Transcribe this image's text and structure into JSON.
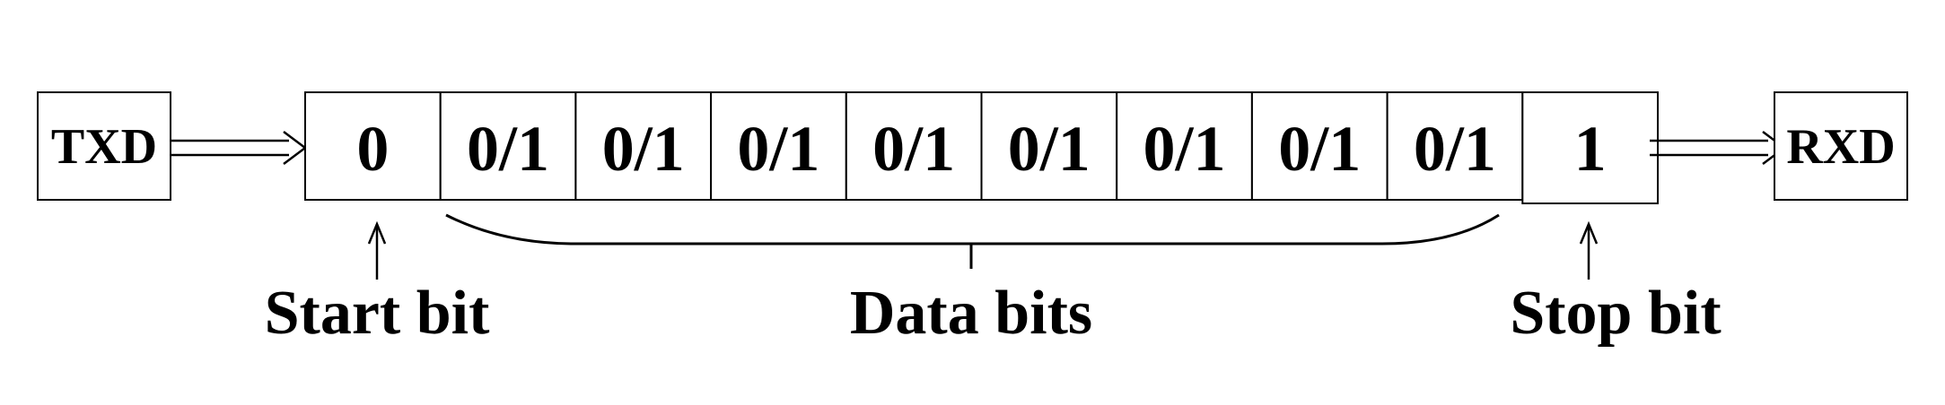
{
  "endpoints": {
    "transmitter": "TXD",
    "receiver": "RXD"
  },
  "frame": {
    "start_bit": "0",
    "data_bits": [
      "0/1",
      "0/1",
      "0/1",
      "0/1",
      "0/1",
      "0/1",
      "0/1",
      "0/1"
    ],
    "stop_bit": "1"
  },
  "labels": {
    "start_bit": "Start bit",
    "data_bits": "Data bits",
    "stop_bit": "Stop bit"
  }
}
